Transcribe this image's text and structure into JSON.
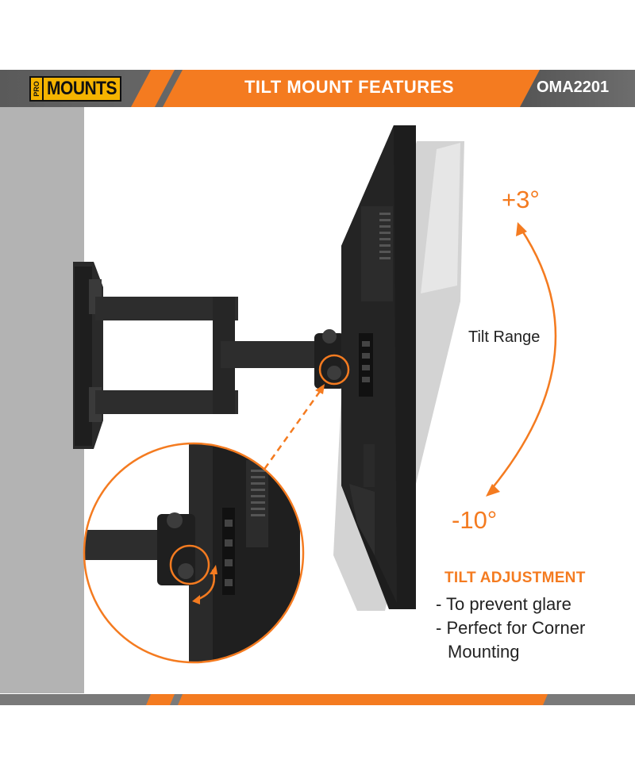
{
  "brand": {
    "small": "PRO",
    "main": "MOUNTS"
  },
  "header": {
    "title": "TILT MOUNT FEATURES",
    "model": "OMA2201"
  },
  "tilt": {
    "up": "+3°",
    "down": "-10°",
    "range_label": "Tilt Range"
  },
  "adjustment": {
    "title": "TILT ADJUSTMENT",
    "bullets": [
      "- To prevent glare",
      "- Perfect for Corner",
      "Mounting"
    ]
  },
  "colors": {
    "accent": "#f47b20",
    "logo": "#f5b400",
    "dark": "#2b2b2b",
    "wall": "#b3b3b3"
  }
}
